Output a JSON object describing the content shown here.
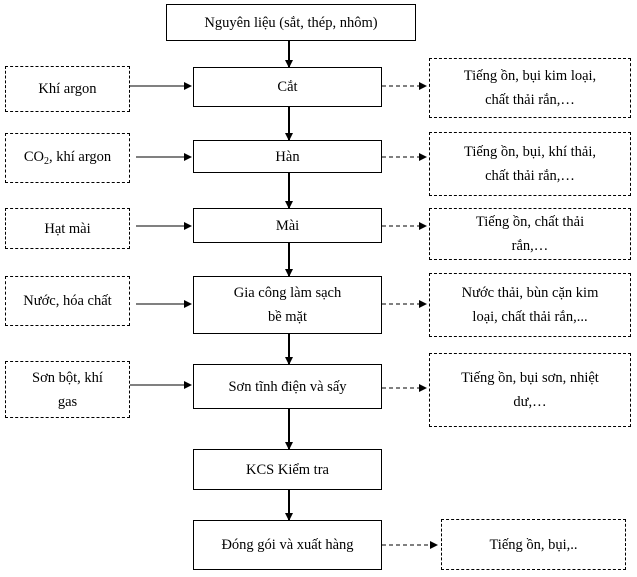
{
  "process": {
    "raw_material": "Nguyên liệu (sắt, thép, nhôm)",
    "steps": [
      "Cắt",
      "Hàn",
      "Mài",
      [
        "Gia công làm sạch",
        "bề mặt"
      ],
      "Sơn tĩnh điện và sấy",
      "KCS Kiểm tra",
      "Đóng gói và xuất hàng"
    ]
  },
  "inputs": {
    "cut": "Khí argon",
    "weld_co": "CO",
    "weld_sub": "2",
    "weld_rest": ", khí argon",
    "grind": "Hạt mài",
    "clean": "Nước, hóa chất",
    "paint": [
      "Sơn bột, khí",
      "gas"
    ]
  },
  "outputs": {
    "cut": [
      "Tiếng ồn, bụi kim loại,",
      "chất thải rắn,…"
    ],
    "weld": [
      "Tiếng ồn, bụi, khí thải,",
      "chất thải rắn,…"
    ],
    "grind": [
      "Tiếng ồn, chất thải",
      "rắn,…"
    ],
    "clean": [
      "Nước thải, bùn cặn kim",
      "loại, chất thải rắn,..."
    ],
    "paint": [
      "Tiếng ồn, bụi sơn, nhiệt",
      "dư,…"
    ],
    "pack": "Tiếng ồn, bụi,.."
  }
}
